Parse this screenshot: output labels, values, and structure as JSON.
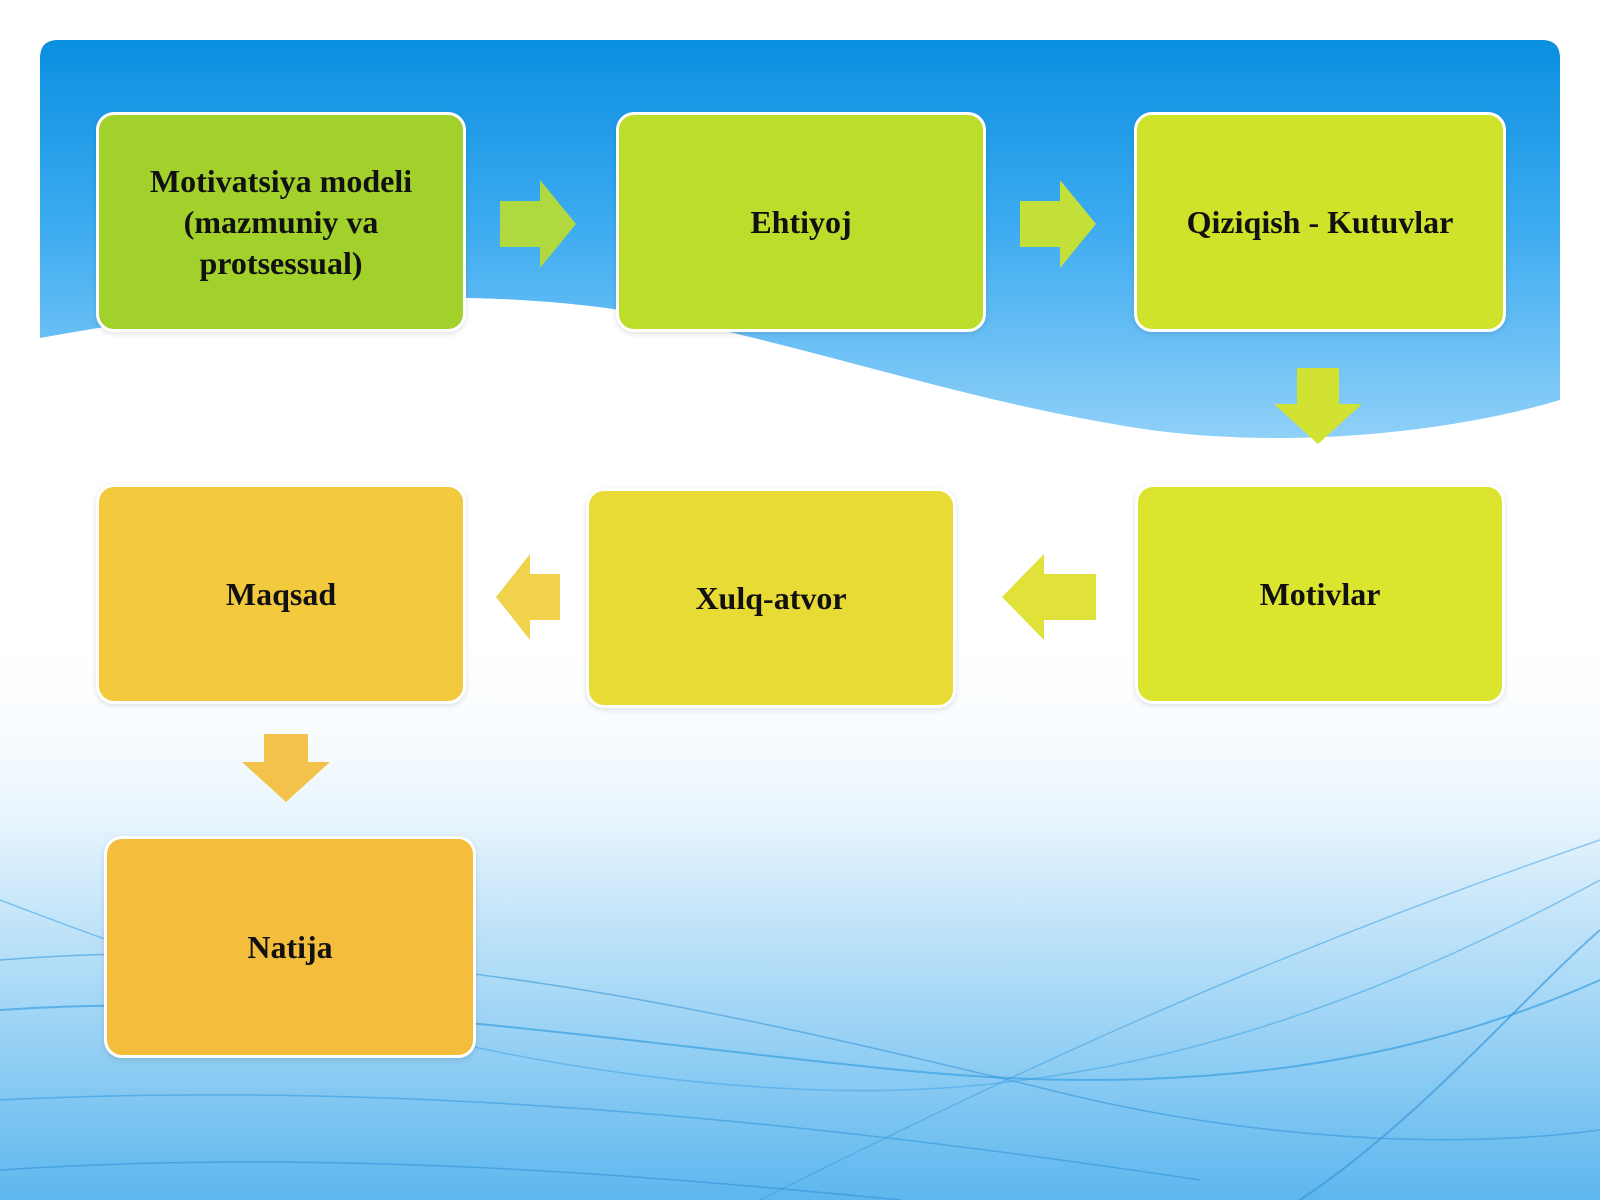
{
  "diagram": {
    "nodes": [
      {
        "id": "motivation-model",
        "label": "Motivatsiya modeli (mazmuniy  va protsessual)",
        "fill": "#a3d12b"
      },
      {
        "id": "need",
        "label": "Ehtiyoj",
        "fill": "#bddd2b"
      },
      {
        "id": "interest-expectations",
        "label": "Qiziqish  - Kutuvlar",
        "fill": "#cfe32b"
      },
      {
        "id": "motives",
        "label": "Motivlar",
        "fill": "#dce52d"
      },
      {
        "id": "behavior",
        "label": "Xulq-atvor",
        "fill": "#e9db35"
      },
      {
        "id": "goal",
        "label": "Maqsad",
        "fill": "#f3c93e"
      },
      {
        "id": "result",
        "label": "Natija",
        "fill": "#f4bd3c"
      }
    ],
    "edges": [
      {
        "from": "motivation-model",
        "to": "need",
        "color": "#b0d940"
      },
      {
        "from": "need",
        "to": "interest-expectations",
        "color": "#c2df3a"
      },
      {
        "from": "interest-expectations",
        "to": "motives",
        "color": "#d2e232"
      },
      {
        "from": "motives",
        "to": "behavior",
        "color": "#e0e23a"
      },
      {
        "from": "behavior",
        "to": "goal",
        "color": "#f0d24c"
      },
      {
        "from": "goal",
        "to": "result",
        "color": "#f2c24a"
      }
    ]
  }
}
